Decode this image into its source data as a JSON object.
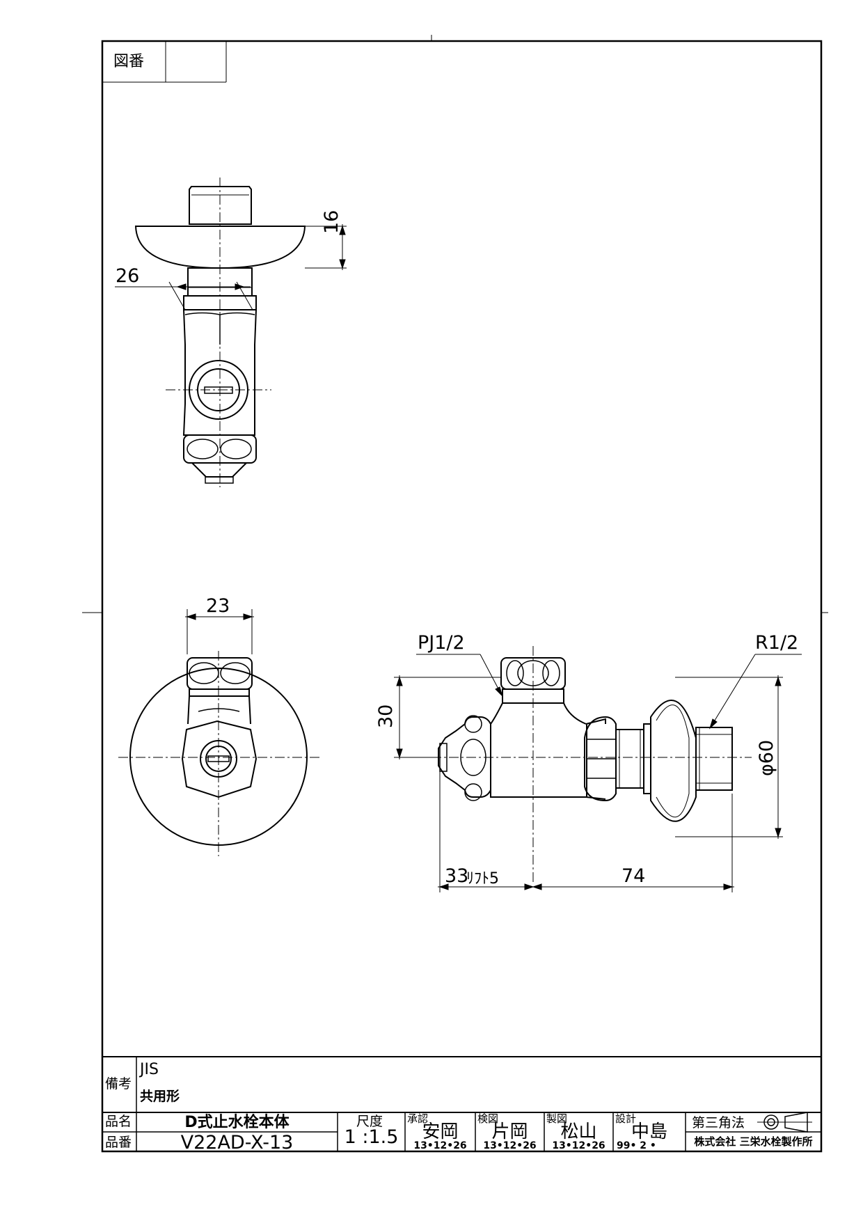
{
  "header": {
    "drawing_no_label": "図番",
    "drawing_no_value": ""
  },
  "dimensions": {
    "d16": "16",
    "d26": "26",
    "d23": "23",
    "d30": "30",
    "pj": "PJ1/2",
    "r": "R1/2",
    "phi60": "φ60",
    "d33": "33",
    "lift": "ﾘﾌﾄ5",
    "d74": "74"
  },
  "title_block": {
    "remarks_label": "備考",
    "remarks_line1": "JIS",
    "remarks_line2": "共用形",
    "name_label": "品名",
    "name_value": "D式止水栓本体",
    "number_label": "品番",
    "number_value": "V22AD-X-13",
    "scale_label": "尺度",
    "scale_value": "1 :1.5",
    "approved_label": "承認",
    "approved_name": "安岡",
    "approved_date": "13•12•26",
    "checked_label": "検図",
    "checked_name": "片岡",
    "checked_date": "13•12•26",
    "drawn_label": "製図",
    "drawn_name": "松山",
    "drawn_date": "13•12•26",
    "design_label": "設計",
    "design_name": "中島",
    "design_date": "99• 2 •",
    "projection_label": "第三角法",
    "company": "株式会社 三栄水栓製作所"
  }
}
